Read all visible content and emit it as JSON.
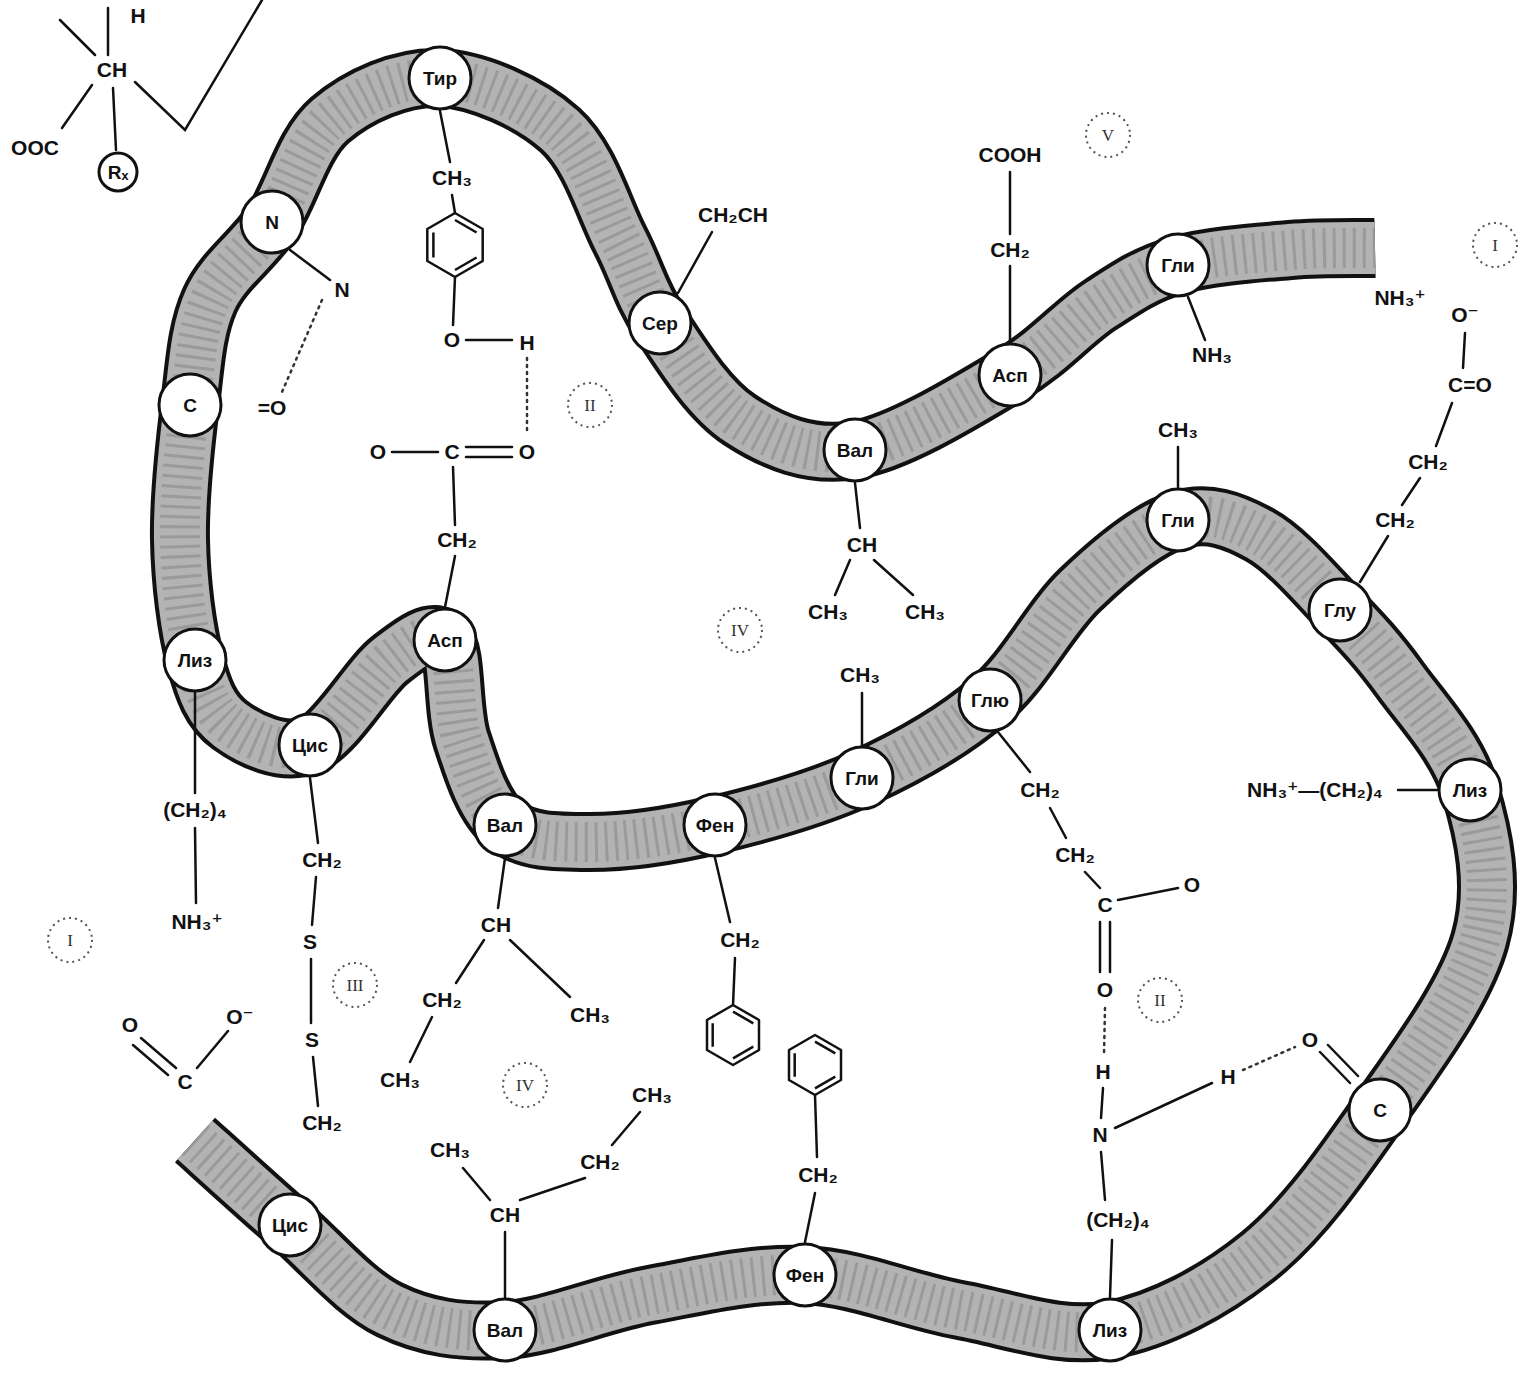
{
  "diagram": {
    "nodes": [
      {
        "text": [
          "Rₓ"
        ]
      },
      {
        "text": [
          "Тир"
        ]
      },
      {
        "text": [
          "V"
        ]
      },
      {
        "text": [
          "N"
        ]
      },
      {
        "text": [
          "I"
        ]
      },
      {
        "text": [
          "Гли"
        ]
      },
      {
        "text": [
          "Сер"
        ]
      },
      {
        "text": [
          "Асп"
        ]
      },
      {
        "text": [
          "C"
        ]
      },
      {
        "text": [
          "II"
        ]
      },
      {
        "text": [
          "Вал"
        ]
      },
      {
        "text": [
          "Гли"
        ]
      },
      {
        "text": [
          "Глу"
        ]
      },
      {
        "text": [
          "IV"
        ]
      },
      {
        "text": [
          "Асп"
        ]
      },
      {
        "text": [
          "Лиз"
        ]
      },
      {
        "text": [
          "Глю"
        ]
      },
      {
        "text": [
          "Цис"
        ]
      },
      {
        "text": [
          "Гли"
        ]
      },
      {
        "text": [
          "Лиз"
        ]
      },
      {
        "text": [
          "Вал"
        ]
      },
      {
        "text": [
          "Фен"
        ]
      },
      {
        "text": [
          "I"
        ]
      },
      {
        "text": [
          "III"
        ]
      },
      {
        "text": [
          "II"
        ]
      },
      {
        "text": [
          "IV"
        ]
      },
      {
        "text": [
          "C"
        ]
      },
      {
        "text": [
          "Цис"
        ]
      },
      {
        "text": [
          "Фен"
        ]
      },
      {
        "text": [
          "Вал"
        ]
      },
      {
        "text": [
          "Лиз"
        ]
      }
    ],
    "labels": [
      "H",
      "CH",
      "OOC",
      "CH₃",
      "O",
      "H",
      "N",
      "=O",
      "O",
      "C",
      "O",
      "CH₂",
      "CH₂CH",
      "COOH",
      "CH₂",
      "NH₃⁺",
      "NH₃",
      "O⁻",
      "C=O",
      "CH₂",
      "CH₂",
      "CH₃",
      "CH",
      "CH₃",
      "CH₃",
      "CH₃",
      "CH₂",
      "CH₂",
      "C",
      "O",
      "O",
      "H",
      "H",
      "N",
      "O",
      "(CH₂)₄",
      "NH₃⁺—(CH₂)₄",
      "(CH₂)₄",
      "NH₃⁺",
      "CH₂",
      "S",
      "S",
      "CH₂",
      "O",
      "O⁻",
      "C",
      "CH",
      "CH₂",
      "CH₃",
      "CH₃",
      "CH₃",
      "CH",
      "CH₂",
      "CH₃",
      "CH₂",
      "CH₂"
    ]
  }
}
